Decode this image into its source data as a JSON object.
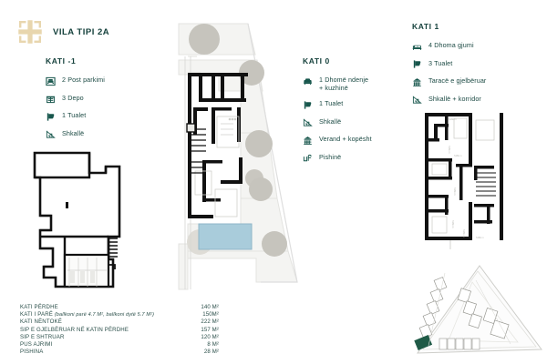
{
  "brand": {
    "title": "VILA TIPI 2A",
    "logo_icon": "ornamental-cross-logo",
    "logo_color": "#e8d6ae"
  },
  "colors": {
    "text_dark": "#15413c",
    "text_body": "#1d4b45",
    "icon": "#17564c",
    "wall": "#111111",
    "pool": "#a9ccdb",
    "tree": "#c6c4bd",
    "terrace": "#f4f4f2",
    "site_highlight": "#1f5a46"
  },
  "legends": [
    {
      "id": "basement",
      "title": "KATI -1",
      "items": [
        {
          "icon": "parking-icon",
          "label": "2 Post parkimi"
        },
        {
          "icon": "storage-icon",
          "label": "3 Depo"
        },
        {
          "icon": "toilet-icon",
          "label": "1 Tualet"
        },
        {
          "icon": "stairs-icon",
          "label": "Shkallë"
        }
      ]
    },
    {
      "id": "ground",
      "title": "KATI 0",
      "items": [
        {
          "icon": "sofa-icon",
          "label": "1 Dhomë ndenje\n+ kuzhinë"
        },
        {
          "icon": "toilet-icon",
          "label": "1 Tualet"
        },
        {
          "icon": "stairs-icon",
          "label": "Shkallë"
        },
        {
          "icon": "garden-icon",
          "label": "Verand + kopësht"
        },
        {
          "icon": "pool-icon",
          "label": "Pishinë"
        }
      ]
    },
    {
      "id": "first",
      "title": "KATI 1",
      "items": [
        {
          "icon": "bed-icon",
          "label": "4 Dhoma gjumi"
        },
        {
          "icon": "toilet-icon",
          "label": "3 Tualet"
        },
        {
          "icon": "garden-icon",
          "label": "Taracë e gjelbëruar"
        },
        {
          "icon": "stairs-icon",
          "label": "Shkallë + korridor"
        }
      ]
    }
  ],
  "areas": [
    {
      "name": "KATI PËRDHE",
      "note": "",
      "value": "140 M²"
    },
    {
      "name": "KATI I PARË ",
      "note": "(ballkoni parë 4.7 M², ballkoni dytë 5.7 M²)",
      "value": "150M²"
    },
    {
      "name": "KATI NËNTOKË",
      "note": "",
      "value": "222 M²"
    },
    {
      "name": "SIP E GJELBËRUAR NË KATIN PËRDHE",
      "note": "",
      "value": "157 M²"
    },
    {
      "name": "SIP E SHTRUAR",
      "note": "",
      "value": "120 M²"
    },
    {
      "name": "PUS AJRIMI",
      "note": "",
      "value": "8 M²"
    },
    {
      "name": "PISHINA",
      "note": "",
      "value": "28 M²"
    }
  ],
  "plans": [
    {
      "id": "plan-basement",
      "name": "basement-floor-plan"
    },
    {
      "id": "plan-ground",
      "name": "ground-floor-plan"
    },
    {
      "id": "plan-first",
      "name": "first-floor-plan"
    },
    {
      "id": "plan-site",
      "name": "site-masterplan"
    }
  ]
}
